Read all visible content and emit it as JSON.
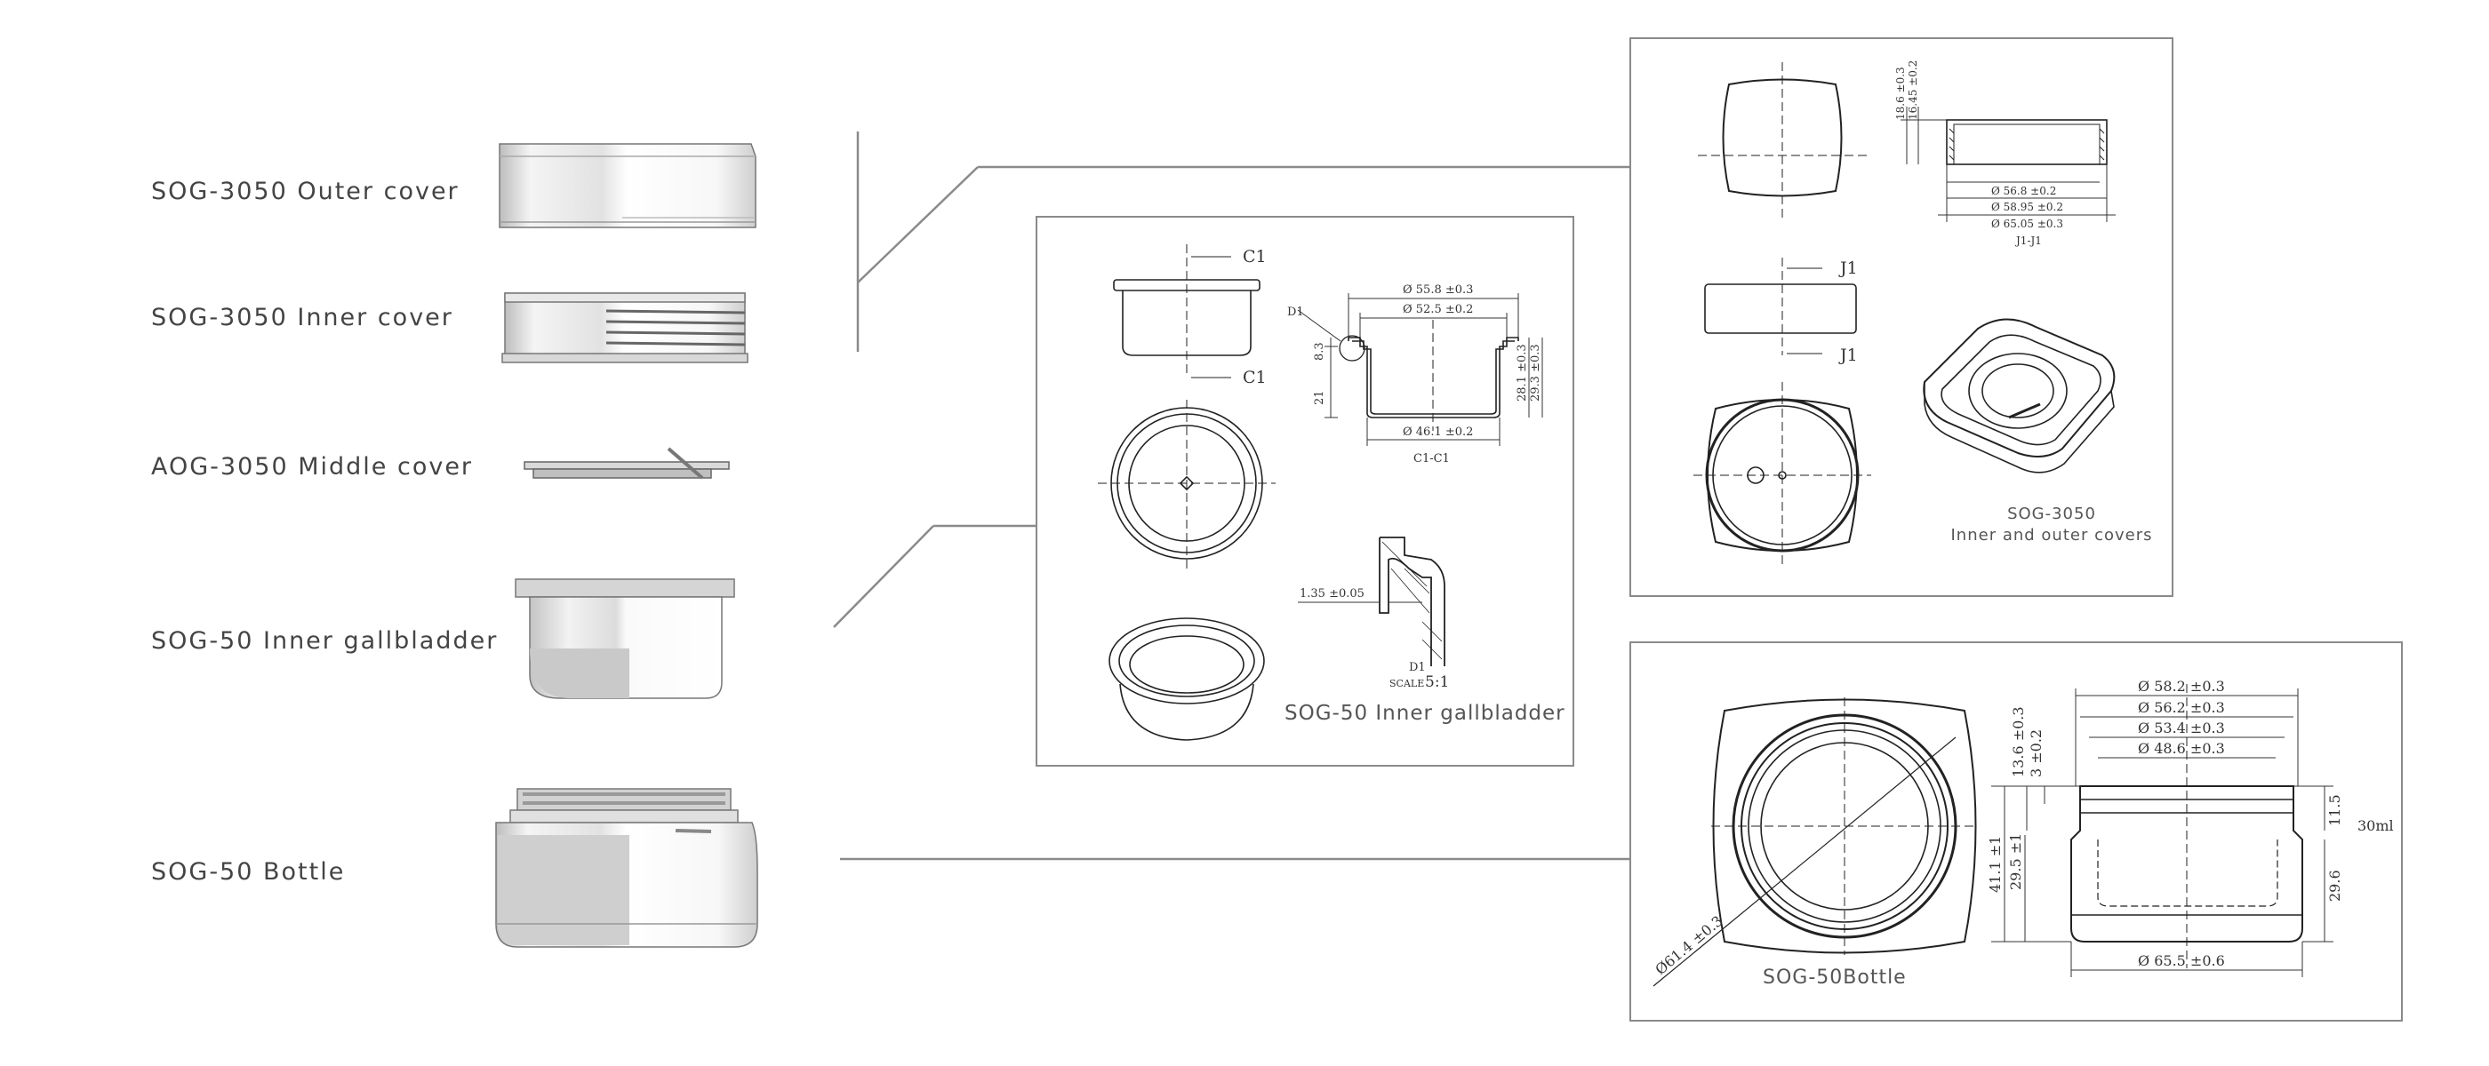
{
  "parts": {
    "outer_cover": "SOG-3050 Outer cover",
    "inner_cover": "SOG-3050 Inner cover",
    "middle_cover": "AOG-3050 Middle cover",
    "gallbladder": "SOG-50 Inner gallbladder",
    "bottle": "SOG-50 Bottle"
  },
  "gallbladder_panel": {
    "caption": "SOG-50 Inner gallbladder",
    "section_mark": "C1",
    "section_label": "C1-C1",
    "detail_mark": "D1",
    "detail_label": "D1",
    "scale_label": "SCALE",
    "scale_value": "5:1",
    "dims": {
      "outer_dia": "Ø 55.8 ±0.3",
      "inner_dia": "Ø 52.5 ±0.2",
      "bottom_dia": "Ø 46.1 ±0.2",
      "flange": "8.3",
      "depth": "21",
      "height_a": "28.1 ±0.3",
      "height_b": "29.3 ±0.3",
      "wall": "1.35 ±0.05"
    }
  },
  "covers_panel": {
    "caption_line1": "SOG-3050",
    "caption_line2": "Inner and outer covers",
    "section_mark": "J1",
    "section_label": "J1-J1",
    "dims": {
      "height_a": "18.6 ±0.3",
      "height_b": "16.45 ±0.2",
      "dia_a": "Ø 56.8 ±0.2",
      "dia_b": "Ø 58.95 ±0.2",
      "dia_c": "Ø 65.05 ±0.3"
    }
  },
  "bottle_panel": {
    "caption": "SOG-50Bottle",
    "dims": {
      "dia_top": "Ø 58.2 ±0.3",
      "dia_2": "Ø 56.2 ±0.3",
      "dia_3": "Ø 53.4 ±0.3",
      "dia_4": "Ø 48.6 ±0.3",
      "dia_base": "Ø 65.5 ±0.6",
      "diag": "Ø61.4 ±0.3",
      "h_neck": "13.6 ±0.3",
      "h_thread": "3 ±0.2",
      "h_total": "41.1 ±1",
      "h_body": "29.5 ±1",
      "h_right_top": "11.5",
      "h_right_body": "29.6",
      "volume": "30ml"
    }
  }
}
